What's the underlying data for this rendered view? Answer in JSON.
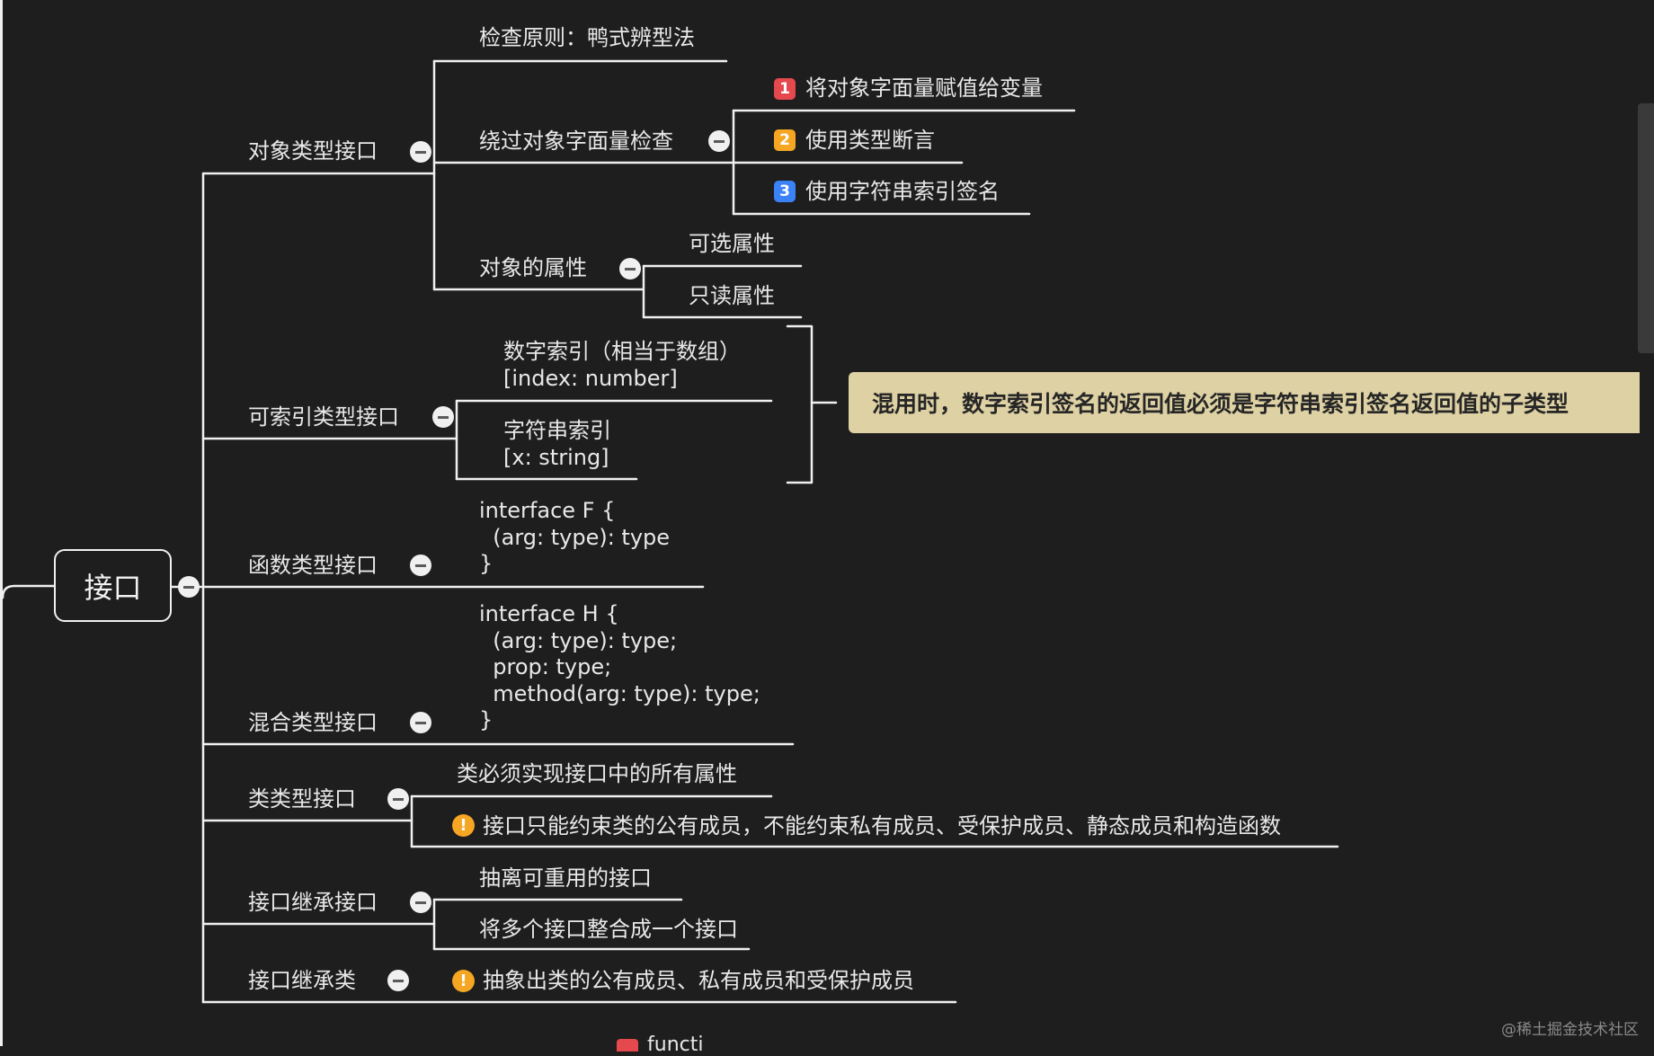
{
  "root": {
    "label": "接口"
  },
  "branches": {
    "object_type": {
      "label": "对象类型接口",
      "check_principle": "检查原则：鸭式辨型法",
      "bypass": {
        "label": "绕过对象字面量检查",
        "items": [
          {
            "num": "1",
            "color": "#e5484d",
            "label": "将对象字面量赋值给变量"
          },
          {
            "num": "2",
            "color": "#f5a623",
            "label": "使用类型断言"
          },
          {
            "num": "3",
            "color": "#3b82f6",
            "label": "使用字符串索引签名"
          }
        ]
      },
      "properties": {
        "label": "对象的属性",
        "items": [
          "可选属性",
          "只读属性"
        ]
      }
    },
    "indexable": {
      "label": "可索引类型接口",
      "numeric": "数字索引（相当于数组）\n[index: number]",
      "string": "字符串索引\n[x: string]",
      "callout": "混用时，数字索引签名的返回值必须是字符串索引签名返回值的子类型"
    },
    "function_type": {
      "label": "函数类型接口",
      "code": "interface F {\n  (arg: type): type\n}"
    },
    "hybrid": {
      "label": "混合类型接口",
      "code": "interface H {\n  (arg: type): type;\n  prop: type;\n  method(arg: type): type;\n}"
    },
    "class_type": {
      "label": "类类型接口",
      "rule": "类必须实现接口中的所有属性",
      "warning_symbol": "!",
      "warning": "接口只能约束类的公有成员，不能约束私有成员、受保护成员、静态成员和构造函数"
    },
    "interface_extends_interface": {
      "label": "接口继承接口",
      "items": [
        "抽离可重用的接口",
        "将多个接口整合成一个接口"
      ]
    },
    "interface_extends_class": {
      "label": "接口继承类",
      "warning_symbol": "!",
      "warning": "抽象出类的公有成员、私有成员和受保护成员"
    }
  },
  "bottom_partial": "functi",
  "watermark": "@稀土掘金技术社区",
  "colors": {
    "background": "#1e1e1e",
    "line": "#f0f0f0",
    "text": "#e8e8e8",
    "callout_bg": "#ded1a4",
    "warning": "#f5a623"
  }
}
